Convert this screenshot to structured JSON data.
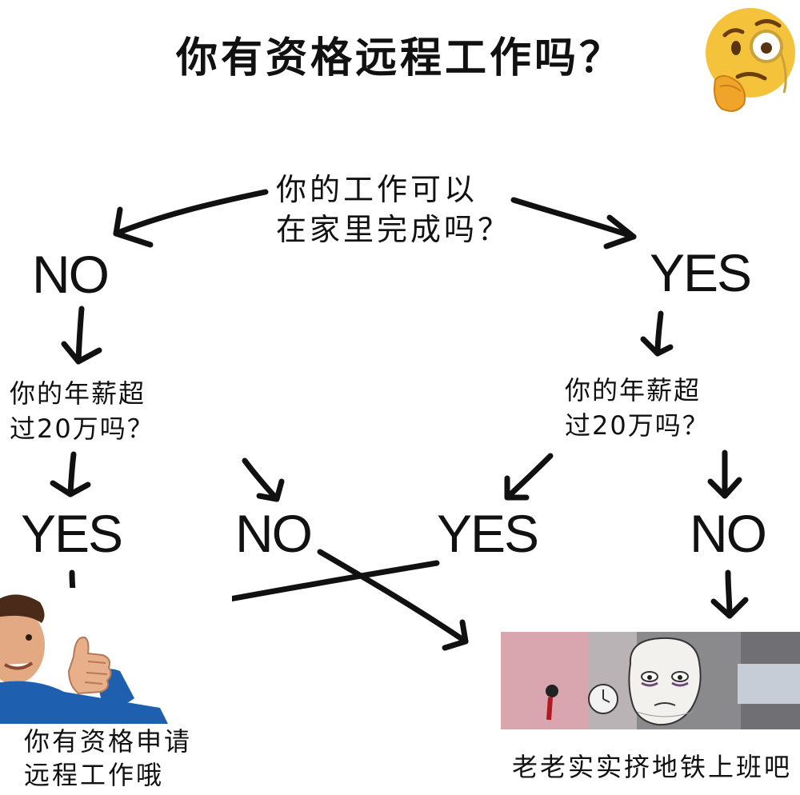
{
  "title": "你有资格远程工作吗？",
  "question_home": [
    "你的工作可以",
    "在家里完成吗？"
  ],
  "answers": {
    "no_top": "NO",
    "yes_top": "YES",
    "left_yes": "YES",
    "left_no": "NO",
    "right_yes": "YES",
    "right_no": "NO"
  },
  "question_salary_left": [
    "你的年薪超",
    "过20万吗？"
  ],
  "question_salary_right": [
    "你的年薪超",
    "过20万吗？"
  ],
  "outcome_eligible": [
    "你有资格申请",
    "远程工作哦"
  ],
  "outcome_commute": "老老实实挤地铁上班吧",
  "icons": [
    "thinking-face-icon",
    "thumbs-up-man-image",
    "tired-wojak-image"
  ],
  "colors": {
    "ink": "#111111",
    "background": "#ffffff",
    "emoji_yellow": "#f5c33b",
    "shirt_blue": "#1f5fb0"
  }
}
